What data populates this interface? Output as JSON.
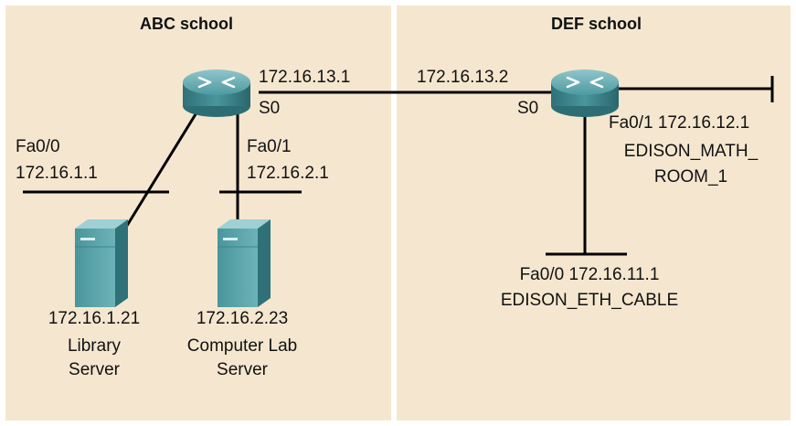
{
  "left": {
    "title": "ABC school",
    "router": {
      "s0_ip": "172.16.13.1",
      "s0_label": "S0"
    },
    "fa00": {
      "interface": "Fa0/0",
      "ip": "172.16.1.1"
    },
    "fa01": {
      "interface": "Fa0/1",
      "ip": "172.16.2.1"
    },
    "library_server": {
      "ip": "172.16.1.21",
      "name_line1": "Library",
      "name_line2": "Server"
    },
    "lab_server": {
      "ip": "172.16.2.23",
      "name_line1": "Computer Lab",
      "name_line2": "Server"
    }
  },
  "right": {
    "title": "DEF school",
    "router": {
      "s0_ip": "172.16.13.2",
      "s0_label": "S0"
    },
    "fa01": {
      "label": "Fa0/1 172.16.12.1",
      "name_line1": "EDISON_MATH_",
      "name_line2": "ROOM_1"
    },
    "fa00": {
      "label": "Fa0/0 172.16.11.1",
      "name": "EDISON_ETH_CABLE"
    }
  },
  "colors": {
    "panel": "#f5e7cf",
    "router": "#3f8f96",
    "server": "#5aa4aa",
    "line": "#000000"
  },
  "icons": [
    "router-icon",
    "server-icon"
  ]
}
